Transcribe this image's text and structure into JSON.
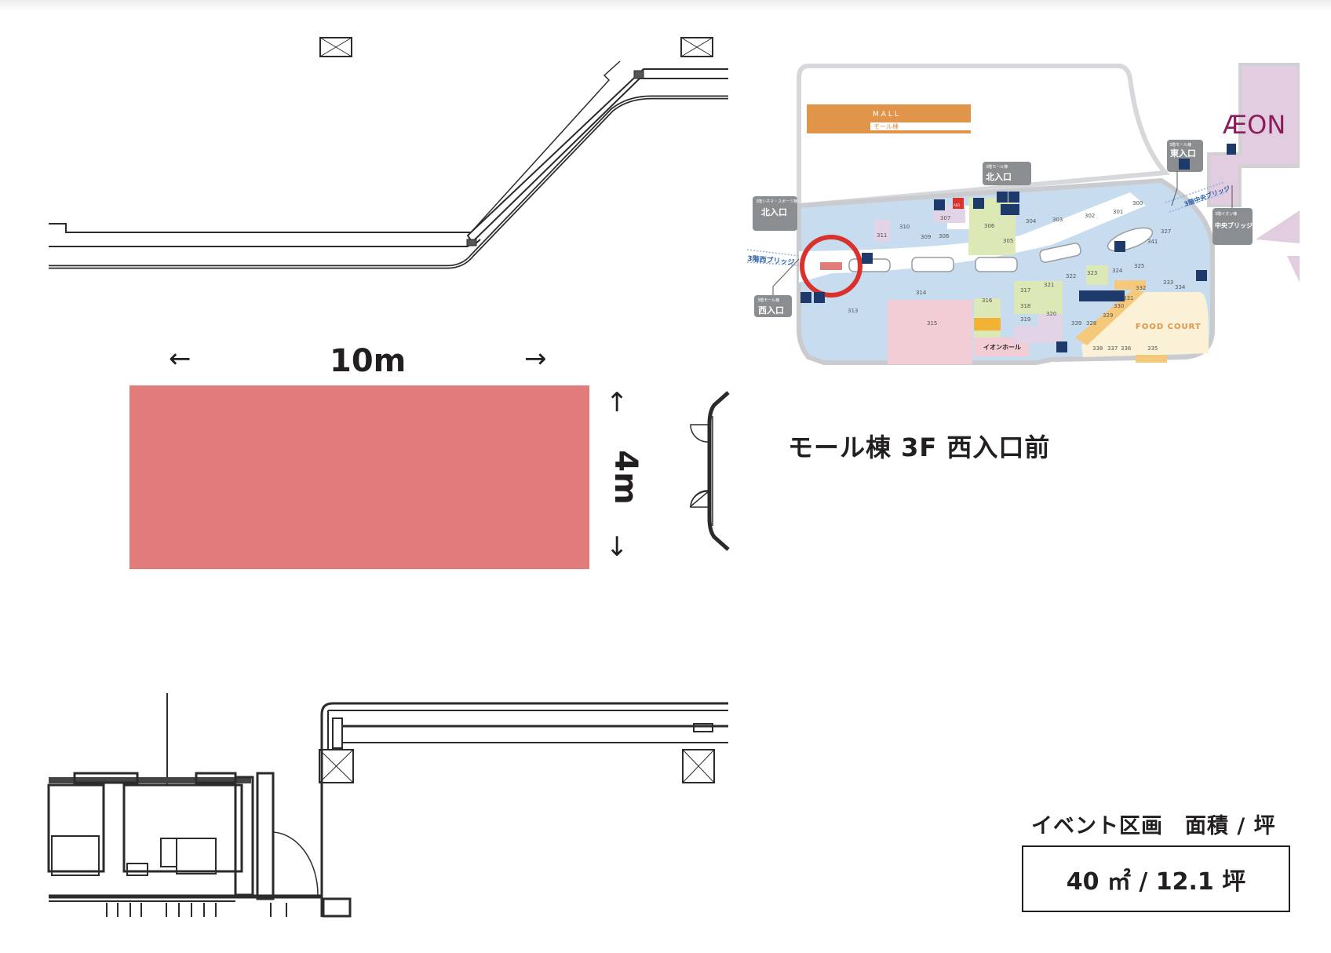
{
  "page": {
    "title": "モール棟 3F 西入口前"
  },
  "event_space": {
    "width_label": "10m",
    "height_label": "4m",
    "left_arrow": "←",
    "right_arrow": "→",
    "up_arrow": "↑",
    "down_arrow": "↓",
    "fill_color": "#e27c7b"
  },
  "area_info": {
    "label": "イベント区画　面積 / 坪",
    "value": "40 ㎡ / 12.1 坪"
  },
  "map": {
    "building_banner": {
      "en": "MALL",
      "ja": "モール棟",
      "color": "#e0954a"
    },
    "brand_logo": "ÆON",
    "brand_color": "#8c1d5c",
    "entrances": [
      {
        "sub": "3階シネマ・スポーツ棟",
        "main": "北入口"
      },
      {
        "sub": "3階モール棟",
        "main": "北入口"
      },
      {
        "sub": "3階モール棟",
        "main": "東入口"
      },
      {
        "sub": "3階イオン棟",
        "main": "中央ブリッジ入口"
      },
      {
        "sub": "3階モール棟",
        "main": "西入口"
      }
    ],
    "bridges": {
      "west": "3階西ブリッジ",
      "central": "3階中央ブリッジ"
    },
    "hall_label": "イオンホール",
    "food_court_label": "FOOD COURT",
    "aed_label": "AED",
    "shops": [
      "300",
      "301",
      "302",
      "303",
      "304",
      "305",
      "306",
      "307",
      "308",
      "309",
      "310",
      "311",
      "313",
      "314",
      "315",
      "316",
      "317",
      "318",
      "319",
      "320",
      "321",
      "322",
      "323",
      "324",
      "325",
      "327",
      "328",
      "329",
      "330",
      "331",
      "332",
      "333",
      "334",
      "335",
      "336",
      "337",
      "338",
      "339",
      "341"
    ],
    "highlight_color": "#d9312b"
  }
}
